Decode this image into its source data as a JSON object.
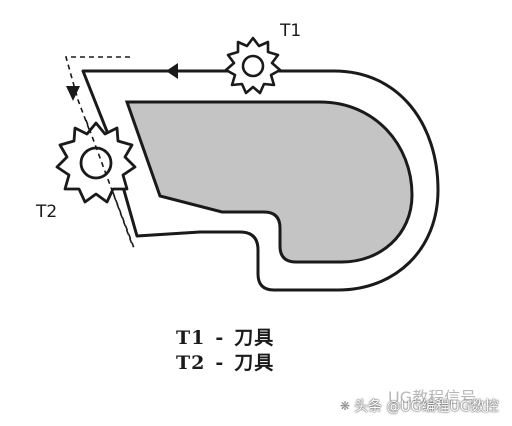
{
  "labels": {
    "t1": "T1",
    "t2": "T2"
  },
  "legend": [
    {
      "code": "T1",
      "dash": "-",
      "name": "刀具"
    },
    {
      "code": "T2",
      "dash": "-",
      "name": "刀具"
    }
  ],
  "watermark": {
    "bg_text": "UG教程信号",
    "text": "头条 @UG编程UG数控"
  },
  "colors": {
    "part_fill": "#c4c4c4",
    "outline": "#1a1a1a",
    "background": "#ffffff"
  }
}
